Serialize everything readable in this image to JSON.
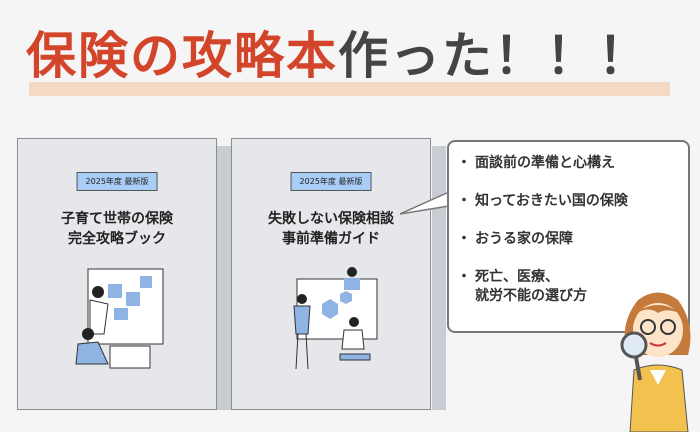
{
  "headline": {
    "highlight": "保険の攻略本",
    "rest": "作った！！！"
  },
  "books": [
    {
      "badge": "2025年度 最新版",
      "title_line1": "子育て世帯の保険",
      "title_line2": "完全攻略ブック"
    },
    {
      "badge": "2025年度 最新版",
      "title_line1": "失敗しない保険相談",
      "title_line2": "事前準備ガイド"
    }
  ],
  "bubble": {
    "items": [
      "面談前の準備と心構え",
      "知っておきたい国の保険",
      "おうる家の保障",
      "死亡、医療、\n就労不能の選び方"
    ]
  },
  "colors": {
    "accent": "#d3452a",
    "highlight": "#f4d9c4",
    "badge": "#a9cdf6"
  }
}
